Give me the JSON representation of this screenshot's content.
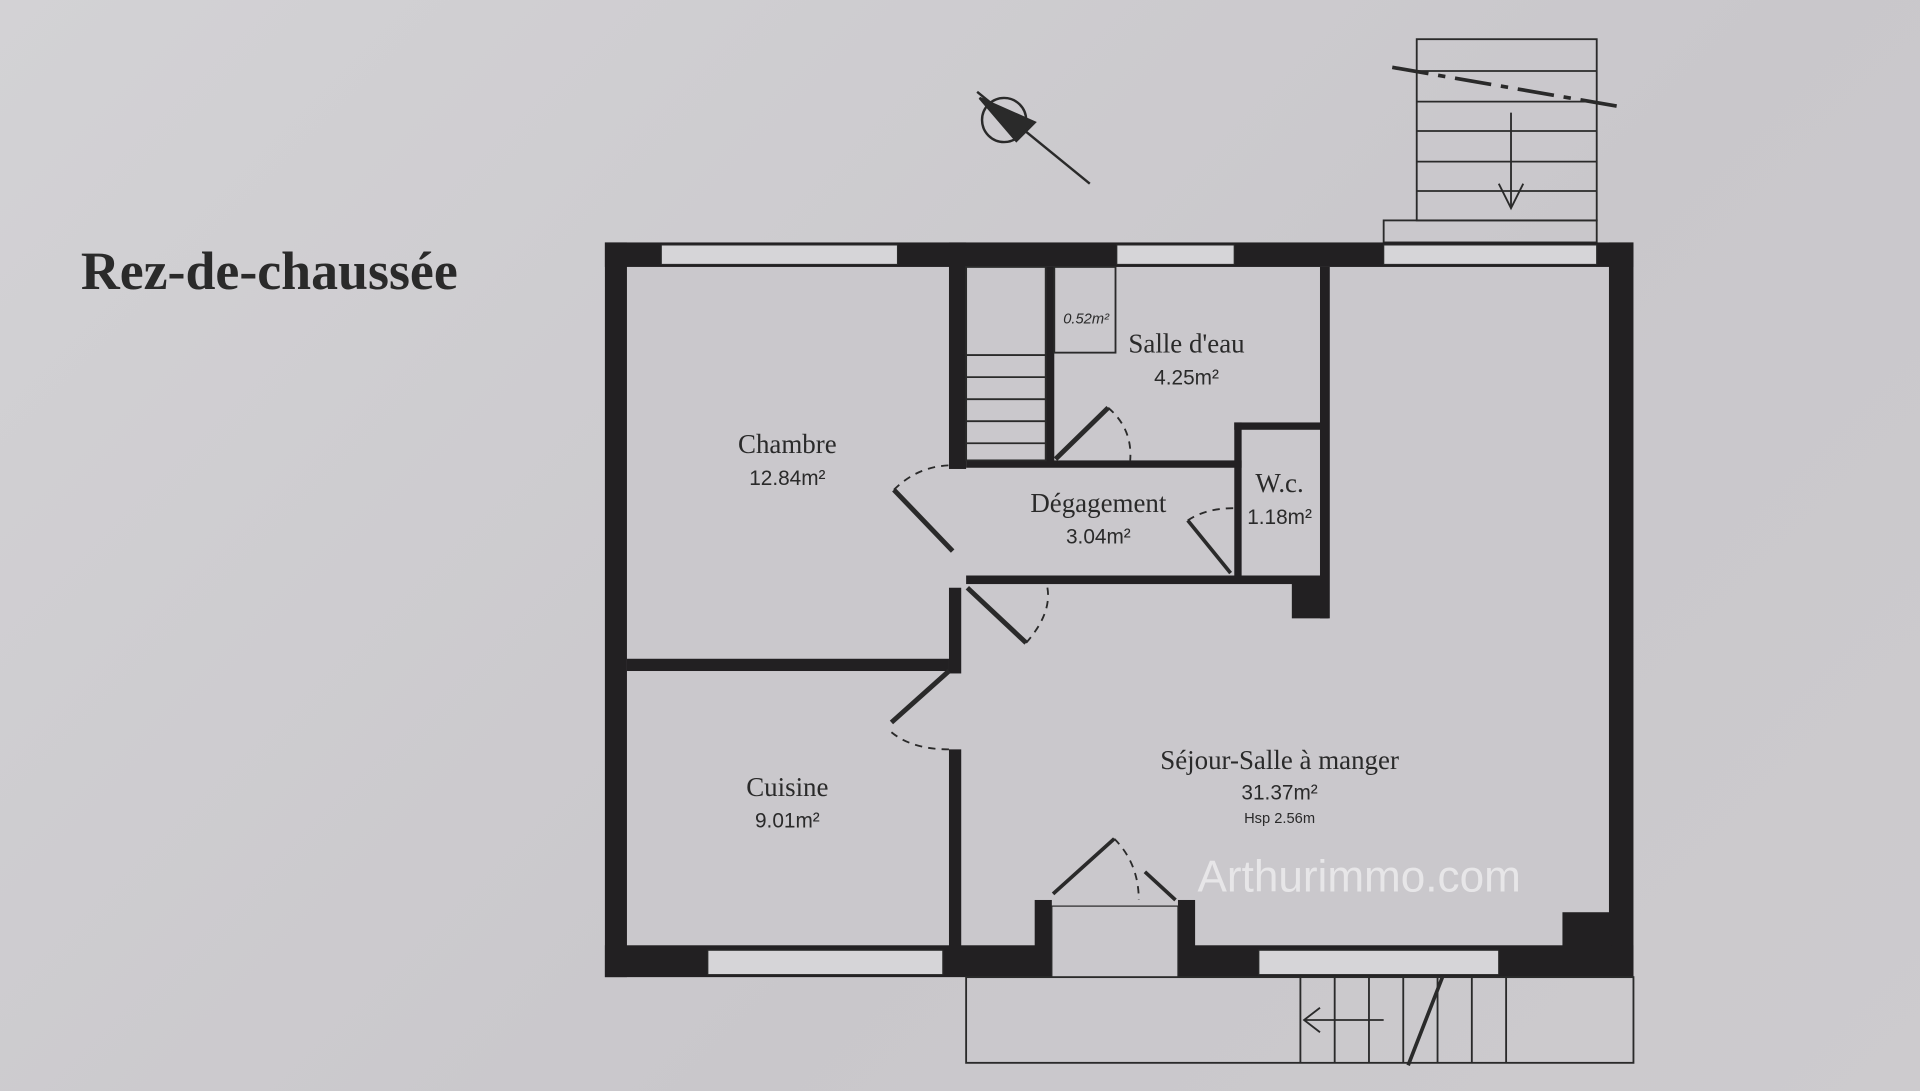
{
  "title": "Rez-de-chaussée",
  "watermark": "Arthurimmo.com",
  "rooms": [
    {
      "name": "Chambre",
      "area": "12.84m²"
    },
    {
      "name": "Cuisine",
      "area": "9.01m²"
    },
    {
      "name": "Salle d'eau",
      "area": "4.25m²"
    },
    {
      "name": "Dégagement",
      "area": "3.04m²"
    },
    {
      "name": "W.c.",
      "area": "1.18m²"
    },
    {
      "name": "Séjour-Salle à manger",
      "area": "31.37m²",
      "height": "Hsp 2.56m"
    }
  ],
  "closet_area": "0.52m²",
  "colors": {
    "wall": "#222022",
    "paper": "#cfcdd0"
  }
}
